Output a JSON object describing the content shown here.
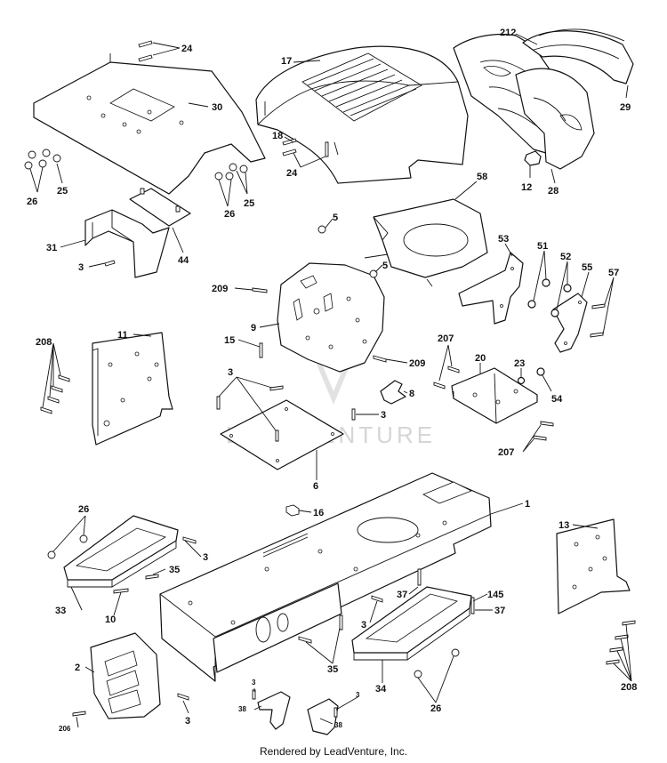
{
  "diagram": {
    "watermark": "LEADVENTURE",
    "footer": "Rendered by LeadVenture, Inc.",
    "callouts": [
      {
        "id": "c24a",
        "label": "24"
      },
      {
        "id": "c30",
        "label": "30"
      },
      {
        "id": "c17",
        "label": "17"
      },
      {
        "id": "c212",
        "label": "212"
      },
      {
        "id": "c29",
        "label": "29"
      },
      {
        "id": "c18",
        "label": "18"
      },
      {
        "id": "c24b",
        "label": "24"
      },
      {
        "id": "c25a",
        "label": "25"
      },
      {
        "id": "c26a",
        "label": "26"
      },
      {
        "id": "c26b",
        "label": "26"
      },
      {
        "id": "c25b",
        "label": "25"
      },
      {
        "id": "c12",
        "label": "12"
      },
      {
        "id": "c28",
        "label": "28"
      },
      {
        "id": "c58",
        "label": "58"
      },
      {
        "id": "c31",
        "label": "31"
      },
      {
        "id": "c44",
        "label": "44"
      },
      {
        "id": "c3a",
        "label": "3"
      },
      {
        "id": "c5a",
        "label": "5"
      },
      {
        "id": "c5b",
        "label": "5"
      },
      {
        "id": "c53",
        "label": "53"
      },
      {
        "id": "c51",
        "label": "51"
      },
      {
        "id": "c52",
        "label": "52"
      },
      {
        "id": "c55",
        "label": "55"
      },
      {
        "id": "c57",
        "label": "57"
      },
      {
        "id": "c209a",
        "label": "209"
      },
      {
        "id": "c9",
        "label": "9"
      },
      {
        "id": "c208a",
        "label": "208"
      },
      {
        "id": "c11",
        "label": "11"
      },
      {
        "id": "c15",
        "label": "15"
      },
      {
        "id": "c207a",
        "label": "207"
      },
      {
        "id": "c20",
        "label": "20"
      },
      {
        "id": "c23",
        "label": "23"
      },
      {
        "id": "c209b",
        "label": "209"
      },
      {
        "id": "c54",
        "label": "54"
      },
      {
        "id": "c3b",
        "label": "3"
      },
      {
        "id": "c8",
        "label": "8"
      },
      {
        "id": "c3c",
        "label": "3"
      },
      {
        "id": "c207b",
        "label": "207"
      },
      {
        "id": "c6",
        "label": "6"
      },
      {
        "id": "c1",
        "label": "1"
      },
      {
        "id": "c26c",
        "label": "26"
      },
      {
        "id": "c16",
        "label": "16"
      },
      {
        "id": "c13",
        "label": "13"
      },
      {
        "id": "c3d",
        "label": "3"
      },
      {
        "id": "c35a",
        "label": "35"
      },
      {
        "id": "c33",
        "label": "33"
      },
      {
        "id": "c10",
        "label": "10"
      },
      {
        "id": "c37a",
        "label": "37"
      },
      {
        "id": "c145",
        "label": "145"
      },
      {
        "id": "c37b",
        "label": "37"
      },
      {
        "id": "c3e",
        "label": "3"
      },
      {
        "id": "c35b",
        "label": "35"
      },
      {
        "id": "c2",
        "label": "2"
      },
      {
        "id": "c34",
        "label": "34"
      },
      {
        "id": "c26d",
        "label": "26"
      },
      {
        "id": "c208b",
        "label": "208"
      },
      {
        "id": "c3f",
        "label": "3"
      },
      {
        "id": "c3g",
        "label": "3"
      },
      {
        "id": "c3h",
        "label": "3"
      },
      {
        "id": "c38a",
        "label": "38"
      },
      {
        "id": "c38b",
        "label": "38"
      },
      {
        "id": "c206",
        "label": "206"
      }
    ]
  }
}
